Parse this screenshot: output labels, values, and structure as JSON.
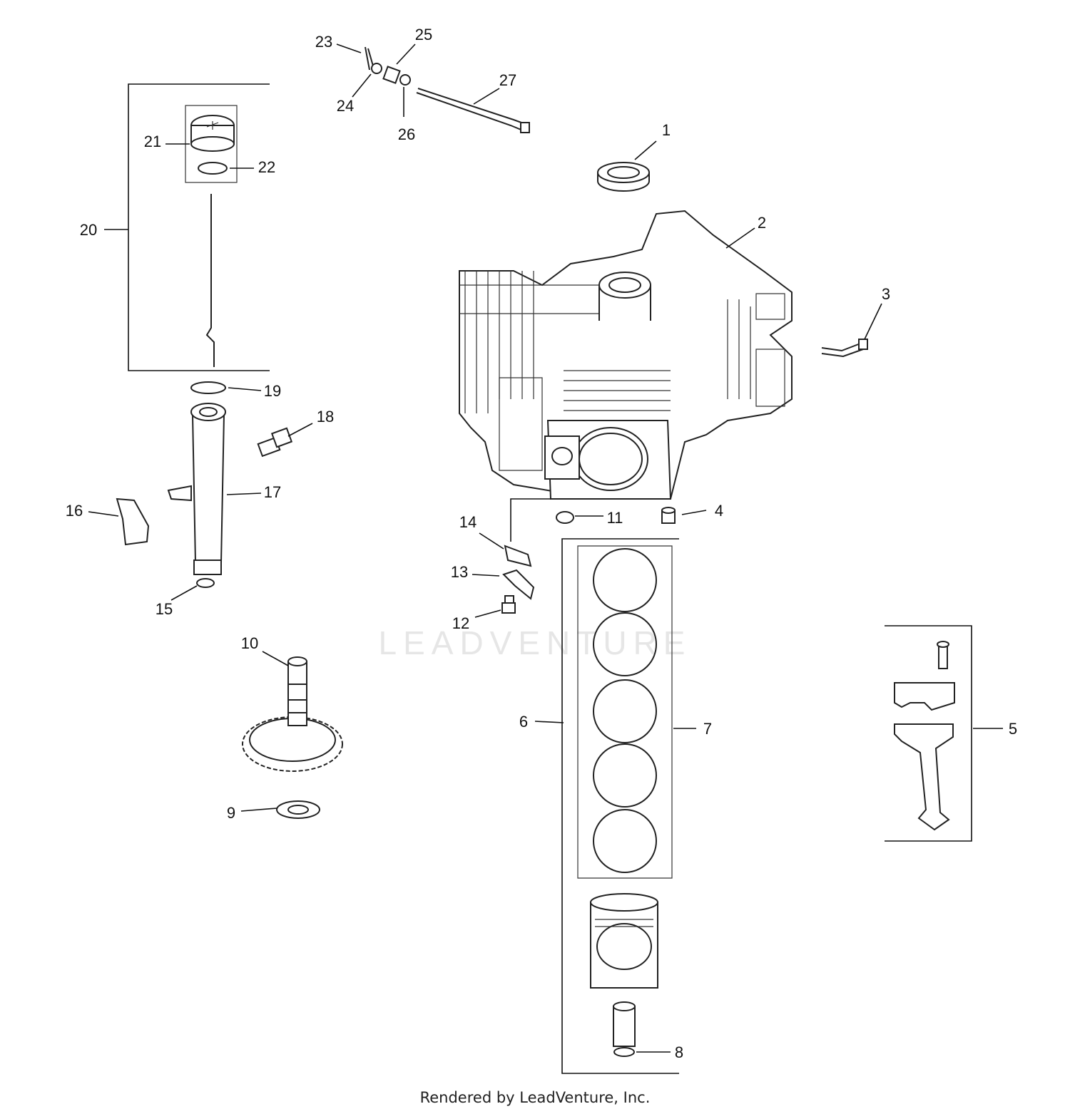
{
  "watermark": "LEADVENTURE",
  "footer": "Rendered by LeadVenture, Inc.",
  "callouts": [
    "1",
    "2",
    "3",
    "4",
    "5",
    "6",
    "7",
    "8",
    "9",
    "10",
    "11",
    "12",
    "13",
    "14",
    "15",
    "16",
    "17",
    "18",
    "19",
    "20",
    "21",
    "22",
    "23",
    "24",
    "25",
    "26",
    "27"
  ]
}
